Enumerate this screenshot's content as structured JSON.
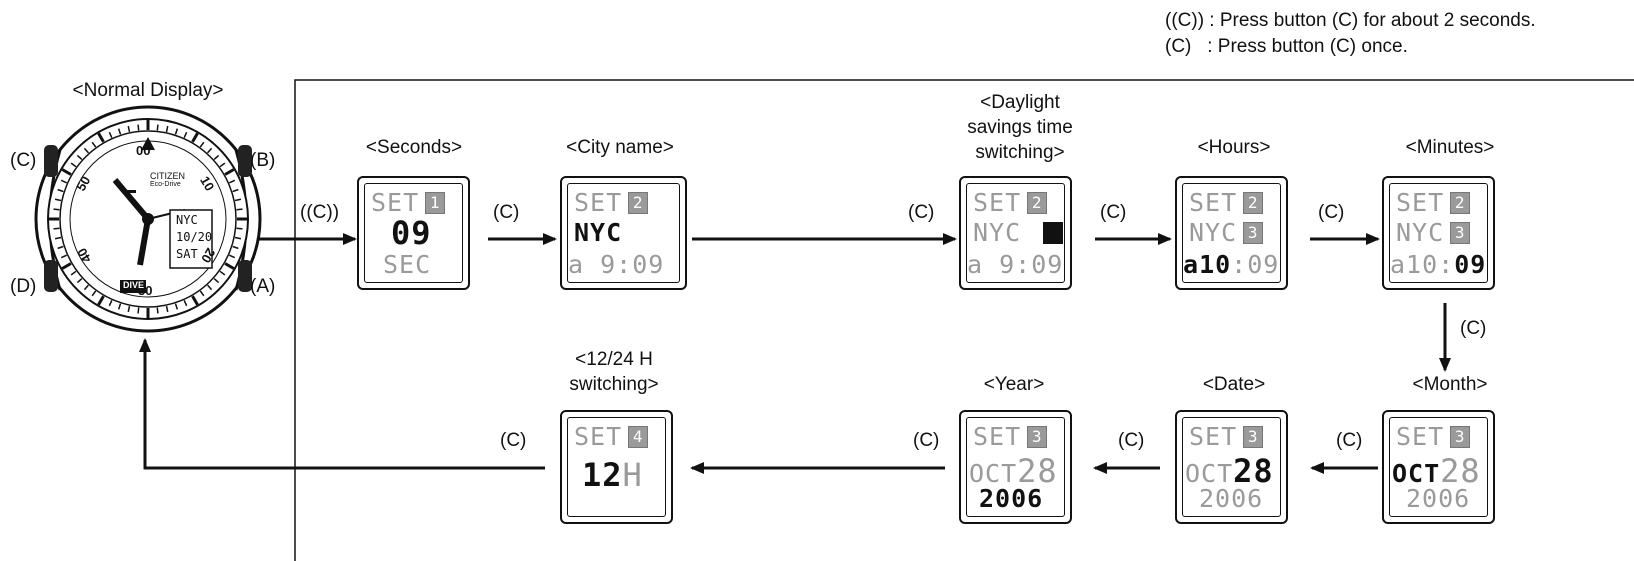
{
  "legend": {
    "long_press": "((C)) : Press button (C) for about 2 seconds.",
    "short_press": "(C)   : Press button (C) once."
  },
  "watch": {
    "title": "<Normal Display>",
    "btn_c": "(C)",
    "btn_b": "(B)",
    "btn_d": "(D)",
    "btn_a": "(A)",
    "brand": "CITIZEN",
    "sub_brand": "Eco-Drive",
    "bezel_top": "00",
    "bezel_right": "10",
    "bezel_bottom": "30",
    "bezel_left": "50",
    "bezel_20": "20",
    "bezel_40": "40",
    "lcd_line1": "NYC",
    "lcd_line2": "10/20",
    "lcd_line3": "SAT",
    "dive_label": "DIVE"
  },
  "arrows": {
    "to_seconds": "((C))",
    "to_city": "(C)",
    "to_dst": "(C)",
    "to_hours": "(C)",
    "to_minutes": "(C)",
    "to_month": "(C)",
    "to_date": "(C)",
    "to_year": "(C)",
    "to_1224": "(C)",
    "to_normal": "(C)"
  },
  "screens": {
    "seconds": {
      "title": "<Seconds>",
      "set": "SET",
      "num": "1",
      "main": "09",
      "sub": "SEC"
    },
    "city": {
      "title": "<City name>",
      "set": "SET",
      "num": "2",
      "main": "NYC",
      "sub": "a  9:09"
    },
    "dst": {
      "title_l1": "<Daylight",
      "title_l2": "savings time",
      "title_l3": "switching>",
      "set": "SET",
      "num": "2",
      "main": "NYC",
      "sub": "a  9:09"
    },
    "hours": {
      "title": "<Hours>",
      "set": "SET",
      "num": "2",
      "city": "NYC",
      "num2": "3",
      "ampm": "a",
      "hh": "10",
      "rest": ":09"
    },
    "minutes": {
      "title": "<Minutes>",
      "set": "SET",
      "num": "2",
      "city": "NYC",
      "num2": "3",
      "pre": "a10:",
      "mm": "09"
    },
    "month": {
      "title": "<Month>",
      "set": "SET",
      "num": "3",
      "mon": "OCT",
      "day": "28",
      "year": "2006"
    },
    "date": {
      "title": "<Date>",
      "set": "SET",
      "num": "3",
      "mon": "OCT",
      "day": "28",
      "year": "2006"
    },
    "year": {
      "title": "<Year>",
      "set": "SET",
      "num": "3",
      "mon": "OCT",
      "day": "28",
      "year": "2006"
    },
    "h1224": {
      "title_l1": "<12/24 H",
      "title_l2": "switching>",
      "set": "SET",
      "num": "4",
      "main": "12",
      "suffix": "H"
    }
  }
}
